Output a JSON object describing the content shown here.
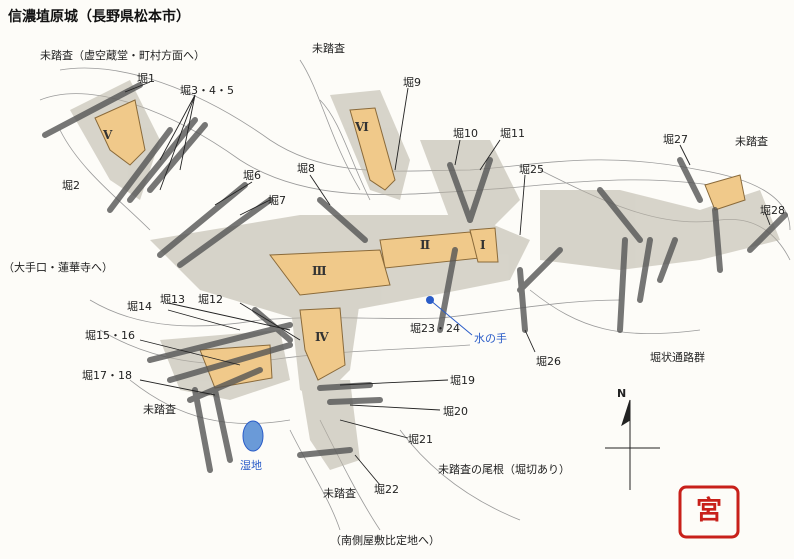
{
  "title": "信濃埴原城（長野県松本市）",
  "baileys": [
    "Ⅰ",
    "Ⅱ",
    "Ⅲ",
    "Ⅳ",
    "Ⅴ",
    "Ⅵ"
  ],
  "ditches": {
    "d1": "堀1",
    "d2": "堀2",
    "d345": "堀3・4・5",
    "d6": "堀6",
    "d7": "堀7",
    "d8": "堀8",
    "d9": "堀9",
    "d10": "堀10",
    "d11": "堀11",
    "d12": "堀12",
    "d13": "堀13",
    "d14": "堀14",
    "d1516": "堀15・16",
    "d1718": "堀17・18",
    "d19": "堀19",
    "d20": "堀20",
    "d21": "堀21",
    "d22": "堀22",
    "d2324": "堀23・24",
    "d25": "堀25",
    "d26": "堀26",
    "d27": "堀27",
    "d28": "堀28"
  },
  "notes": {
    "unsurveyed_nw": "未踏査（虚空蔵堂・町村方面へ）",
    "unsurveyed_n": "未踏査",
    "unsurveyed_ne": "未踏査",
    "unsurveyed_sw": "未踏査",
    "unsurveyed_s": "未踏査",
    "unsurveyed_ridge": "未踏査の尾根（堀切あり）",
    "to_otemon": "（大手口・蓮華寺へ）",
    "to_south": "（南側屋敷比定地へ）",
    "ditch_group": "堀状通路群",
    "water": "水の手",
    "marsh": "湿地",
    "north": "N",
    "seal_char": "宮"
  }
}
